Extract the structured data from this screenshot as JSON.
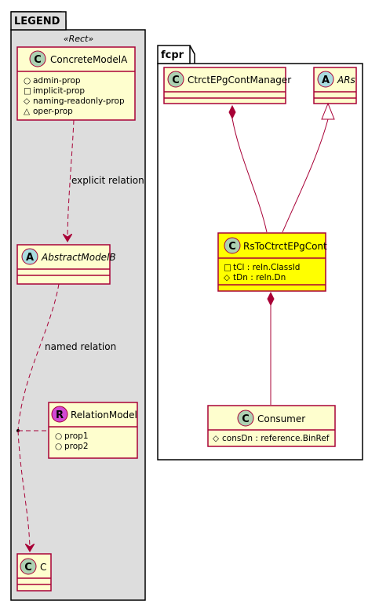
{
  "colors": {
    "legend_bg": "#dddddd",
    "class_bg": "#fefece",
    "class_border": "#a80036",
    "highlight_bg": "#ffff00",
    "circle_c": "#add1b2",
    "circle_a": "#a9dcdf",
    "circle_r": "#d04ad3"
  },
  "legend": {
    "title": "LEGEND",
    "stereotype": "«Rect»",
    "concrete": {
      "icon": "C",
      "name": "ConcreteModelA",
      "attrs": [
        {
          "vis": "○",
          "text": "admin-prop"
        },
        {
          "vis": "□",
          "text": "implicit-prop"
        },
        {
          "vis": "◇",
          "text": "naming-readonly-prop"
        },
        {
          "vis": "△",
          "text": "oper-prop"
        }
      ]
    },
    "explicit_label": "explicit relation",
    "abstract": {
      "icon": "A",
      "name": "AbstractModelB"
    },
    "named_label": "named relation",
    "relation": {
      "icon": "R",
      "name": "RelationModel",
      "attrs": [
        {
          "vis": "○",
          "text": "prop1"
        },
        {
          "vis": "○",
          "text": "prop2"
        }
      ]
    },
    "c_class": {
      "icon": "C",
      "name": "C"
    }
  },
  "fcpr": {
    "title": "fcpr",
    "manager": {
      "icon": "C",
      "name": "CtrctEPgContManager"
    },
    "ars": {
      "icon": "A",
      "name": "ARs"
    },
    "rs": {
      "icon": "C",
      "name": "RsToCtrctEPgCont",
      "attrs": [
        {
          "vis": "□",
          "text": "tCl : reln.ClassId"
        },
        {
          "vis": "◇",
          "text": "tDn : reln.Dn"
        }
      ]
    },
    "consumer": {
      "icon": "C",
      "name": "Consumer",
      "attrs": [
        {
          "vis": "◇",
          "text": "consDn : reference.BinRef"
        }
      ]
    }
  }
}
